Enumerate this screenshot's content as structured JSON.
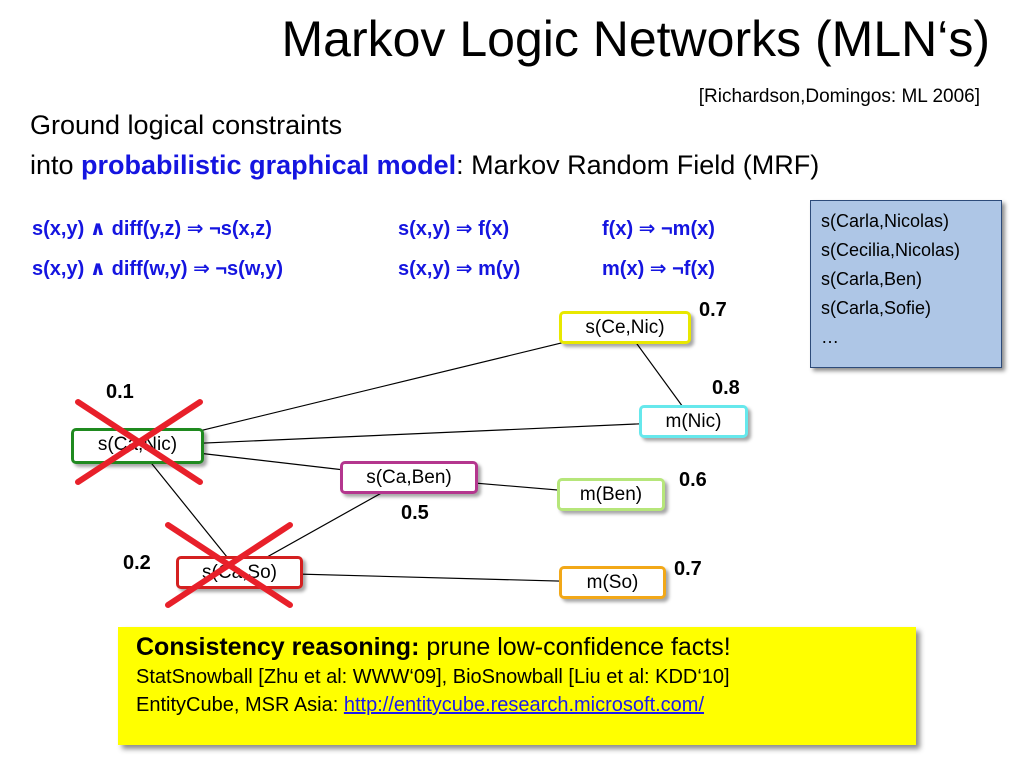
{
  "title": "Markov Logic Networks (MLN‘s)",
  "citation": "[Richardson,Domingos: ML 2006]",
  "subtitle": {
    "line1": "Ground logical constraints",
    "line2_prefix": "into ",
    "line2_emphasis": "probabilistic graphical model",
    "line2_suffix": ": Markov Random Field (MRF)"
  },
  "rules": [
    [
      "s(x,y) ∧ diff(y,z) ⇒ ¬s(x,z)",
      "s(x,y) ⇒ f(x)",
      "f(x) ⇒ ¬m(x)"
    ],
    [
      "s(x,y) ∧ diff(w,y) ⇒ ¬s(w,y)",
      "s(x,y) ⇒ m(y)",
      "m(x) ⇒ ¬f(x)"
    ]
  ],
  "facts": [
    "s(Carla,Nicolas)",
    "s(Cecilia,Nicolas)",
    "s(Carla,Ben)",
    "s(Carla,Sofie)",
    "…"
  ],
  "colors": {
    "rule_text": "#1515e0",
    "strike": "#e8202a",
    "facts_box": "#aec6e6",
    "highlight_box": "#ffff00"
  },
  "nodes": [
    {
      "id": "s_ca_nic",
      "label": "s(Ca,Nic)",
      "weight": "0.1",
      "border": "#1f8a1f",
      "crossed": true
    },
    {
      "id": "s_ce_nic",
      "label": "s(Ce,Nic)",
      "weight": "0.7",
      "border": "#e8e800",
      "crossed": false
    },
    {
      "id": "m_nic",
      "label": "m(Nic)",
      "weight": "0.8",
      "border": "#66e8ec",
      "crossed": false
    },
    {
      "id": "s_ca_ben",
      "label": "s(Ca,Ben)",
      "weight": "0.5",
      "border": "#b4368e",
      "crossed": false
    },
    {
      "id": "m_ben",
      "label": "m(Ben)",
      "weight": "0.6",
      "border": "#b6e67a",
      "crossed": false
    },
    {
      "id": "s_ca_so",
      "label": "s(Ca,So)",
      "weight": "0.2",
      "border": "#d42020",
      "crossed": true
    },
    {
      "id": "m_so",
      "label": "m(So)",
      "weight": "0.7",
      "border": "#f2a818",
      "crossed": false
    }
  ],
  "edges": [
    [
      "s_ca_nic",
      "s_ce_nic"
    ],
    [
      "s_ca_nic",
      "m_nic"
    ],
    [
      "s_ca_nic",
      "s_ca_ben"
    ],
    [
      "s_ca_nic",
      "s_ca_so"
    ],
    [
      "s_ce_nic",
      "m_nic"
    ],
    [
      "s_ca_ben",
      "m_ben"
    ],
    [
      "s_ca_ben",
      "s_ca_so"
    ],
    [
      "s_ca_so",
      "m_so"
    ]
  ],
  "highlight": {
    "heading": "Consistency reasoning:",
    "heading_rest": " prune low-confidence facts!",
    "line2": "StatSnowball [Zhu et al: WWW‘09], BioSnowball [Liu et al: KDD‘10]",
    "line3_prefix": "EntityCube, MSR Asia: ",
    "link": "http://entitycube.research.microsoft.com/"
  }
}
